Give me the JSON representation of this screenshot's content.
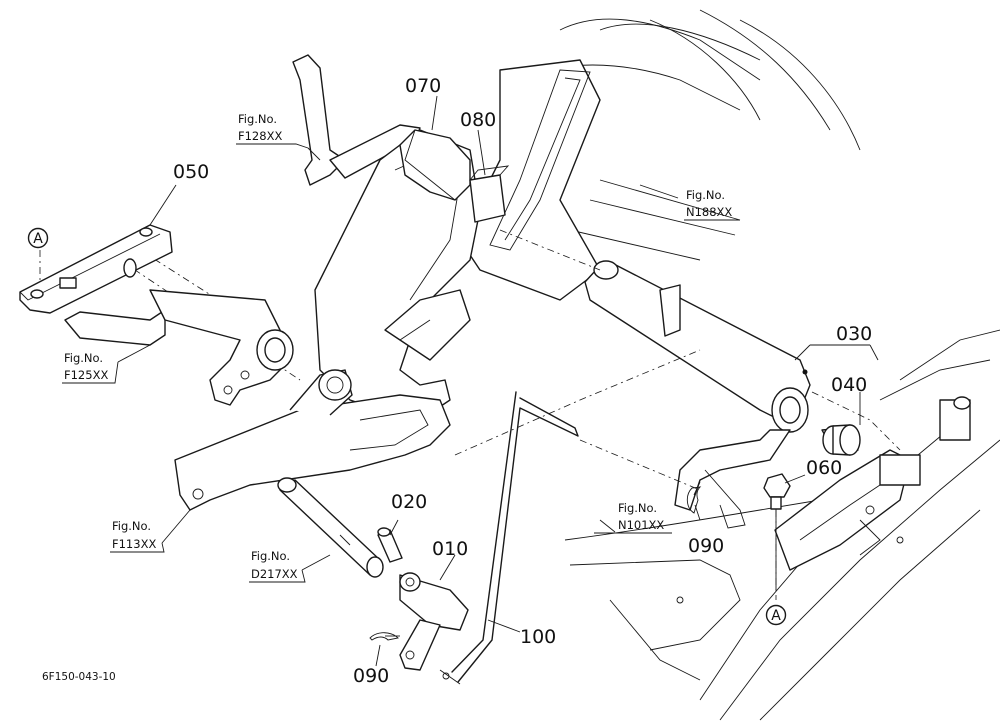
{
  "diagram": {
    "drawing_code": "6F150-043-10",
    "callouts": [
      {
        "id": "c010",
        "label": "010"
      },
      {
        "id": "c020",
        "label": "020"
      },
      {
        "id": "c030",
        "label": "030"
      },
      {
        "id": "c040",
        "label": "040"
      },
      {
        "id": "c050",
        "label": "050"
      },
      {
        "id": "c060",
        "label": "060"
      },
      {
        "id": "c070",
        "label": "070"
      },
      {
        "id": "c080",
        "label": "080"
      },
      {
        "id": "c090a",
        "label": "090"
      },
      {
        "id": "c090b",
        "label": "090"
      },
      {
        "id": "c100",
        "label": "100"
      }
    ],
    "figure_refs": [
      {
        "id": "f128",
        "prefix": "Fig.No.",
        "number": "F128XX"
      },
      {
        "id": "n188",
        "prefix": "Fig.No.",
        "number": "N188XX"
      },
      {
        "id": "f125",
        "prefix": "Fig.No.",
        "number": "F125XX"
      },
      {
        "id": "f113",
        "prefix": "Fig.No.",
        "number": "F113XX"
      },
      {
        "id": "d217",
        "prefix": "Fig.No.",
        "number": "D217XX"
      },
      {
        "id": "n101",
        "prefix": "Fig.No.",
        "number": "N101XX"
      }
    ],
    "circle_markers": [
      {
        "id": "ma",
        "label": "A"
      },
      {
        "id": "mb",
        "label": "A"
      }
    ]
  }
}
